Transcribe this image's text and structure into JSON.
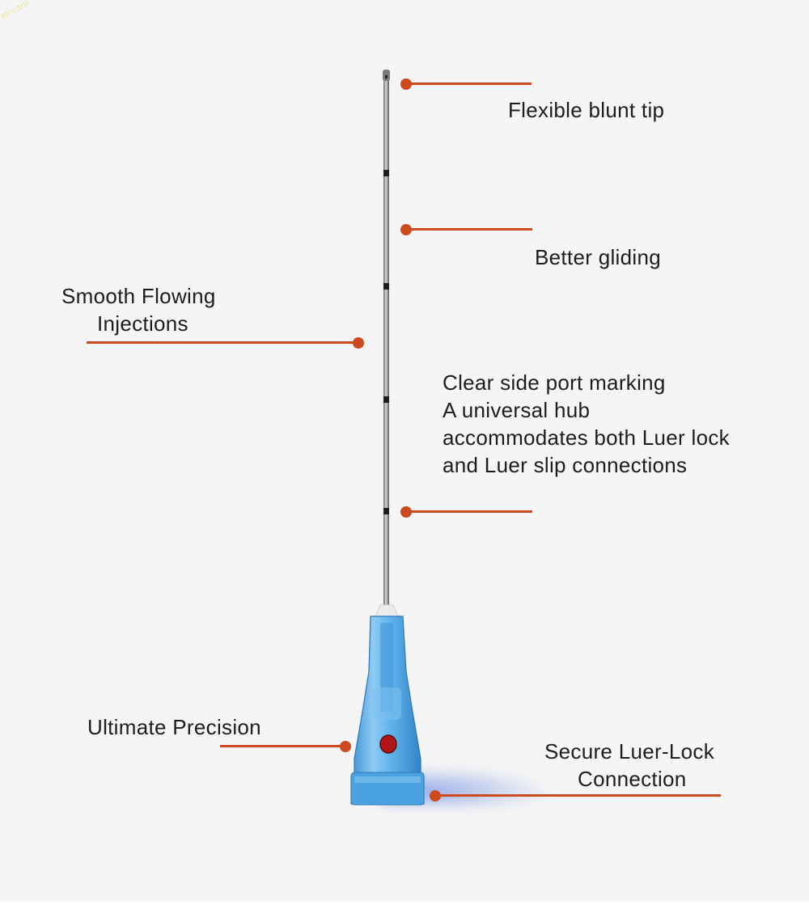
{
  "watermark": "elivani",
  "callouts": {
    "flexible_tip": "Flexible blunt tip",
    "gliding": "Better gliding",
    "smooth_line1": "Smooth Flowing",
    "smooth_line2": "Injections",
    "side_port": [
      "Clear side port marking",
      "A universal hub",
      "accommodates both Luer lock",
      "and Luer slip connections"
    ],
    "precision": "Ultimate Precision",
    "luer_line1": "Secure Luer-Lock",
    "luer_line2": "Connection"
  },
  "colors": {
    "accent": "#cc4a1e",
    "hub": "#4aa3e0",
    "port_marker": "#b01818",
    "background": "#f5f5f5"
  }
}
